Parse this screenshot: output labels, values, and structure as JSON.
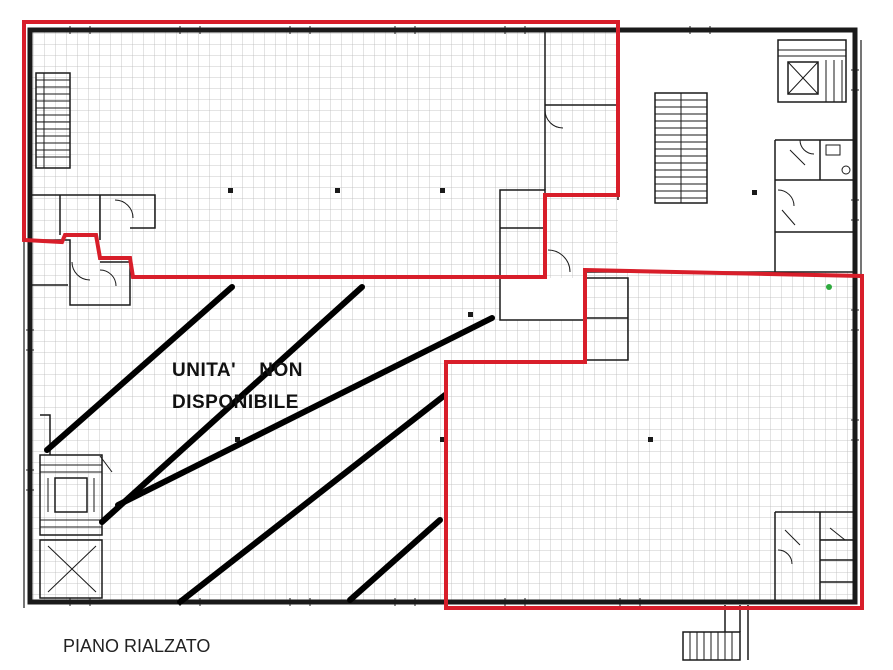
{
  "plan": {
    "floor_name": "PIANO RIALZATO",
    "unavailable_label_line1": "UNITA'    NON",
    "unavailable_label_line2": "DISPONIBILE"
  },
  "colors": {
    "wall": "#1a1a1a",
    "grid": "#b9b9b9",
    "highlight": "#d81e2a",
    "hatch": "#000000",
    "marker": "#2eaa3e"
  },
  "icons": [
    "staircase-icon",
    "elevator-icon",
    "door-swing-icon",
    "column-icon",
    "toilet-icon"
  ]
}
